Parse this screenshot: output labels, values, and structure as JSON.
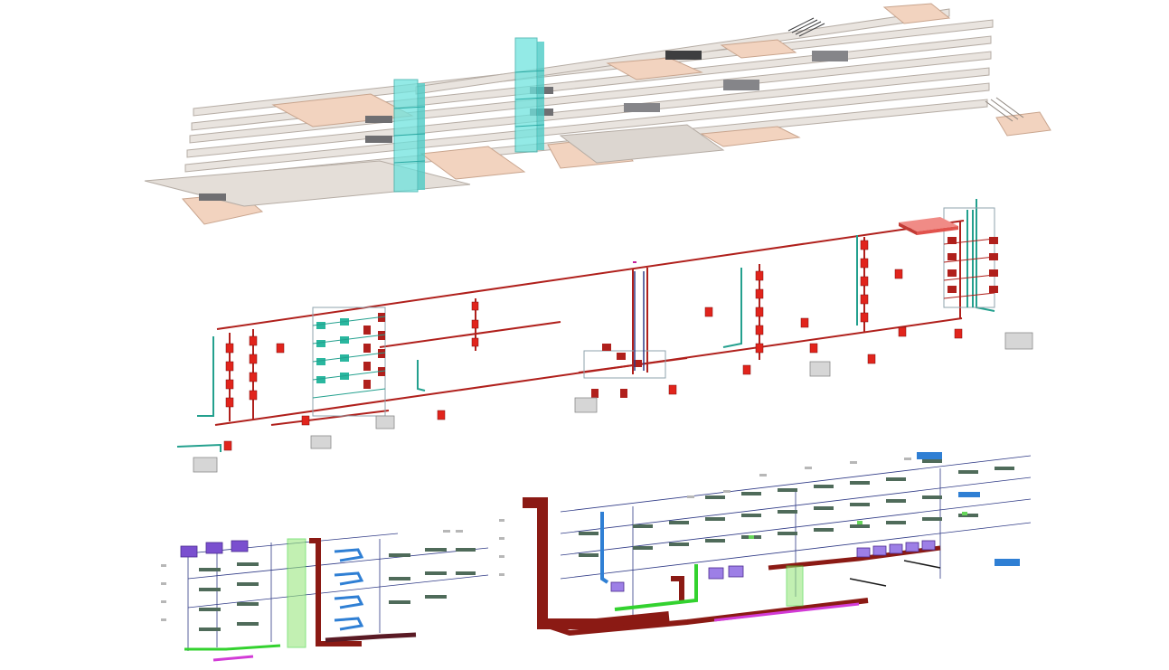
{
  "diagram": {
    "layers": [
      {
        "name": "architecture-floors"
      },
      {
        "name": "fire-protection-piping"
      },
      {
        "name": "hvac-mep-equipment"
      }
    ],
    "colors": {
      "floor_slab": "#e9e4df",
      "floor_edge": "#b5aca4",
      "floor_warm": "#f2d3bf",
      "shaft_cyan": "#6fe3de",
      "shaft_cyan_dark": "#2aa9a3",
      "dark_gray": "#6f6f72",
      "pipe_red": "#b0201c",
      "device_red": "#e1241c",
      "pipe_teal": "#23a08e",
      "pipe_navy": "#2f3a86",
      "duct_maroon": "#8b1a14",
      "pipe_green": "#33d22f",
      "green_translucent": "#9be77f",
      "equipment_purple": "#7a4fcf",
      "pipe_blue": "#2f7fd4",
      "pipe_magenta": "#d23bd6",
      "component_olive": "#4f6b5a"
    },
    "texts": []
  }
}
